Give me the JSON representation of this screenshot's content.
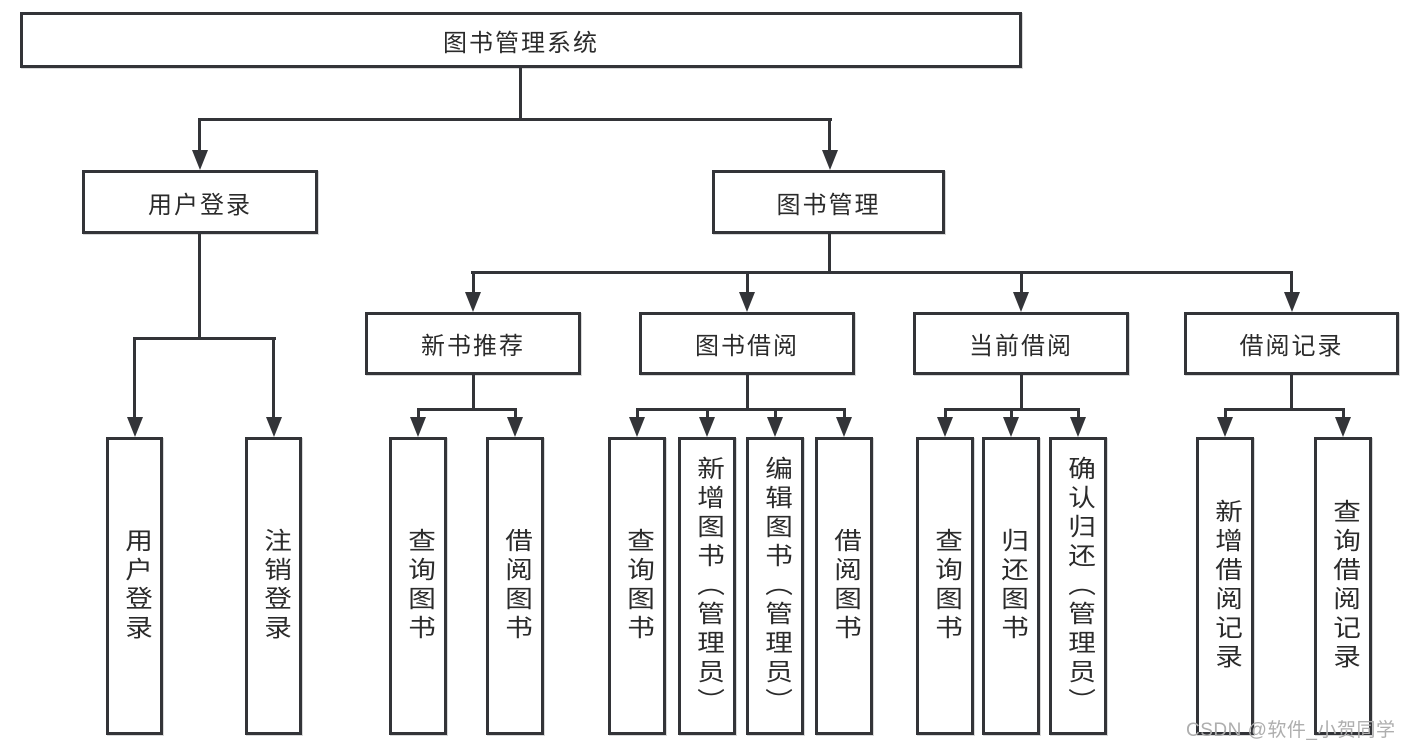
{
  "tree": {
    "root": {
      "label": "图书管理系统"
    },
    "branches": [
      {
        "label": "用户登录",
        "children": [
          {
            "label": "用户登录"
          },
          {
            "label": "注销登录"
          }
        ]
      },
      {
        "label": "图书管理",
        "children": [
          {
            "label": "新书推荐",
            "children": [
              {
                "label": "查询图书"
              },
              {
                "label": "借阅图书"
              }
            ]
          },
          {
            "label": "图书借阅",
            "children": [
              {
                "label": "查询图书"
              },
              {
                "label": "新增图书（管理员）"
              },
              {
                "label": "编辑图书（管理员）"
              },
              {
                "label": "借阅图书"
              }
            ]
          },
          {
            "label": "当前借阅",
            "children": [
              {
                "label": "查询图书"
              },
              {
                "label": "归还图书"
              },
              {
                "label": "确认归还（管理员）"
              }
            ]
          },
          {
            "label": "借阅记录",
            "children": [
              {
                "label": "新增借阅记录"
              },
              {
                "label": "查询借阅记录"
              }
            ]
          }
        ]
      }
    ]
  },
  "watermark": {
    "text": "CSDN @软件_小贺同学"
  },
  "colors": {
    "line": "#333438",
    "text": "#2b2b2b",
    "background": "#ffffff",
    "watermark": "#aeaeae"
  }
}
